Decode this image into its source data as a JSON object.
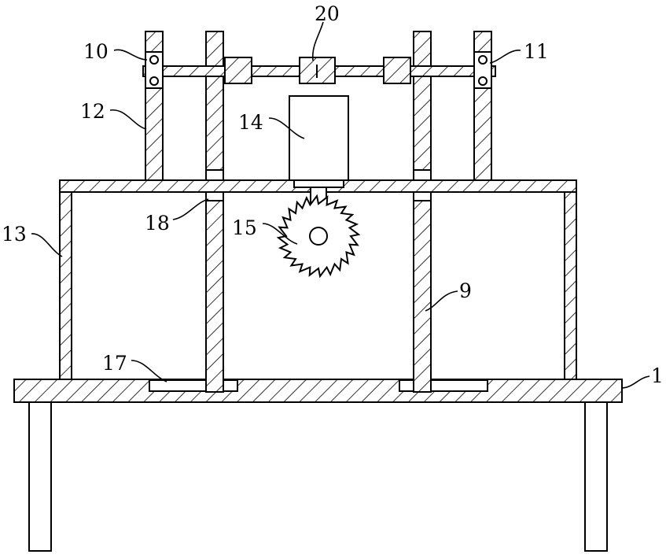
{
  "labels": {
    "l1": "1",
    "l9": "9",
    "l10": "10",
    "l11": "11",
    "l12": "12",
    "l13": "13",
    "l14": "14",
    "l15": "15",
    "l17": "17",
    "l18": "18",
    "l20": "20"
  },
  "saw": {
    "teeth": 24
  }
}
